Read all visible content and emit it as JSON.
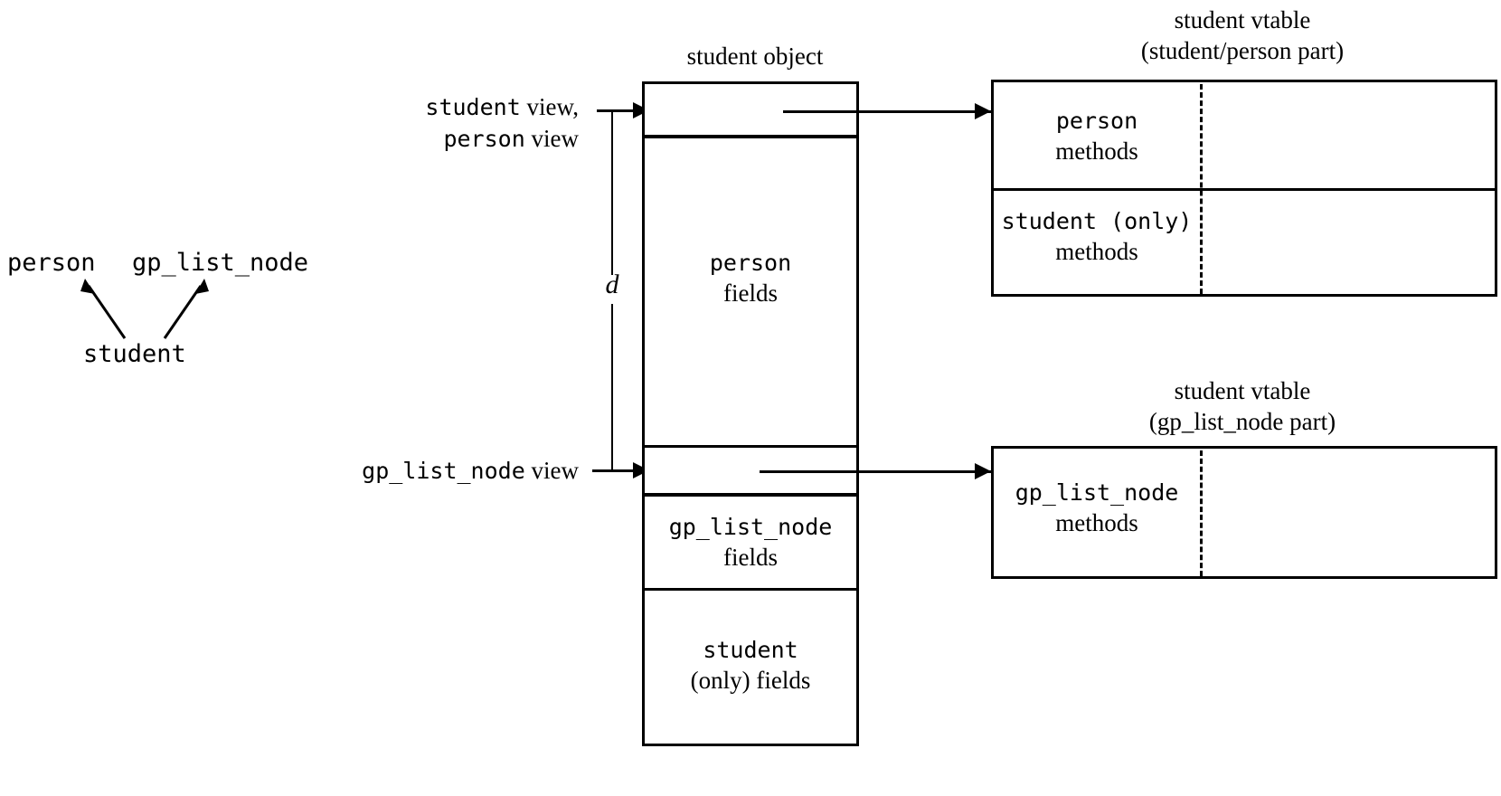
{
  "diagram": {
    "title_object": "student object",
    "title_vtable_top_line1": "student vtable",
    "title_vtable_top_line2": "(student/person part)",
    "title_vtable_bottom_line1": "student vtable",
    "title_vtable_bottom_line2": "(gp_list_node part)",
    "hierarchy": {
      "base_left": "person",
      "base_right": "gp_list_node",
      "derived": "student"
    },
    "view_labels": {
      "student_view_line1_class": "student",
      "student_view_line1_word": "view,",
      "student_view_line2_class": "person",
      "student_view_line2_word": "view",
      "gp_view_class": "gp_list_node",
      "gp_view_word": "view"
    },
    "offset_label": "d",
    "object_cells": [
      {
        "name": "person-vptr-cell",
        "line1": "",
        "line2": ""
      },
      {
        "name": "person-fields-cell",
        "line1": "person",
        "line1_mono": true,
        "line2": "fields"
      },
      {
        "name": "gp-vptr-cell",
        "line1": "",
        "line2": ""
      },
      {
        "name": "gp-list-node-fields-cell",
        "line1": "gp_list_node",
        "line1_mono": true,
        "line2": "fields"
      },
      {
        "name": "student-only-fields-cell",
        "line1": "student",
        "line1_mono": true,
        "line2": "(only) fields"
      }
    ],
    "vtable_top_rows": [
      {
        "line1": "person",
        "line1_mono": true,
        "line2": "methods"
      },
      {
        "line1": "student (only)",
        "line1_mono": true,
        "line2": "methods"
      }
    ],
    "vtable_bottom_rows": [
      {
        "line1": "gp_list_node",
        "line1_mono": true,
        "line2": "methods"
      }
    ],
    "colors": {
      "stroke": "#000000",
      "background": "#ffffff"
    }
  }
}
